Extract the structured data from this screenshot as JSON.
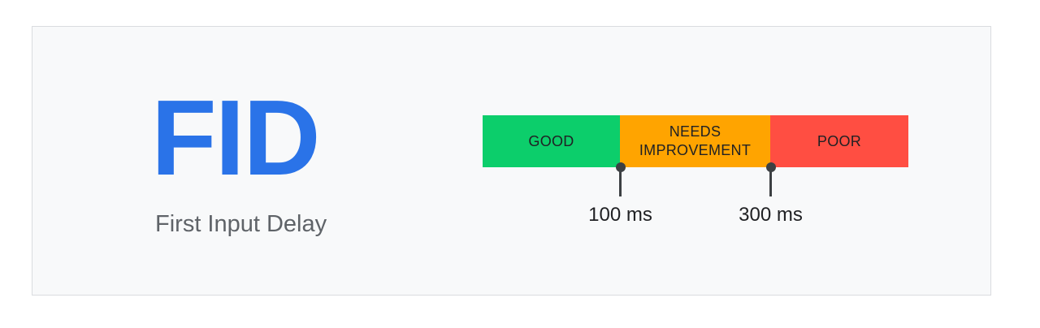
{
  "metric": {
    "abbreviation": "FID",
    "full_name": "First Input Delay",
    "abbreviation_color": "#2a73e8"
  },
  "scale": {
    "segments": [
      {
        "label": "GOOD",
        "color": "#0cce6b"
      },
      {
        "label": "NEEDS\nIMPROVEMENT",
        "color": "#ffa400"
      },
      {
        "label": "POOR",
        "color": "#ff4e42"
      }
    ],
    "thresholds": [
      {
        "label": "100 ms"
      },
      {
        "label": "300 ms"
      }
    ]
  }
}
